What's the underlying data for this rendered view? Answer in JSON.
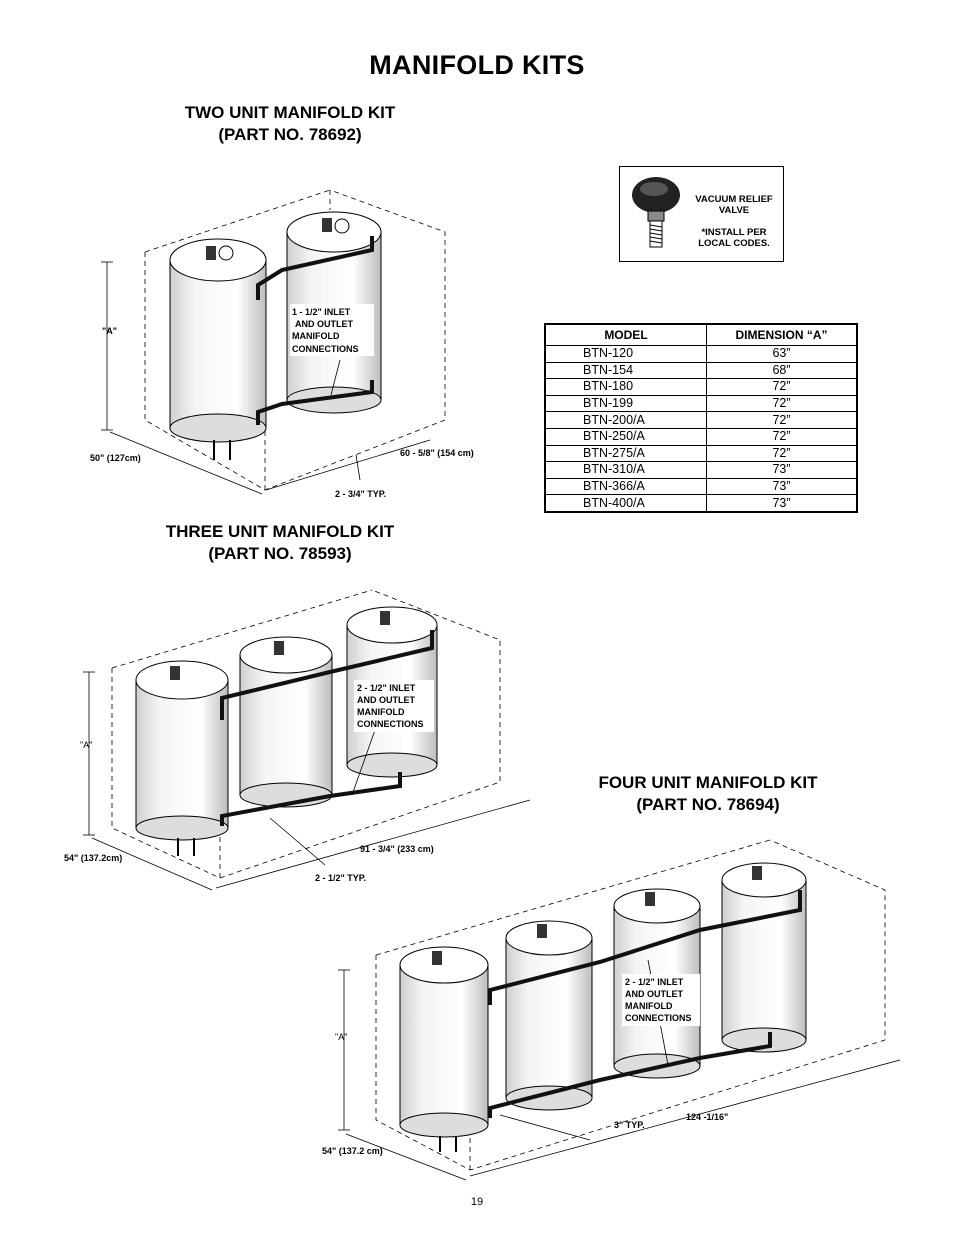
{
  "page": {
    "title": "MANIFOLD KITS",
    "page_number": "19"
  },
  "valve": {
    "line1": "VACUUM RELIEF",
    "line2": "VALVE",
    "line3": "*INSTALL PER",
    "line4": "LOCAL CODES."
  },
  "table": {
    "headers": [
      "MODEL",
      "DIMENSION “A”"
    ],
    "rows": [
      [
        "BTN-120",
        "63”"
      ],
      [
        "BTN-154",
        "68”"
      ],
      [
        "BTN-180",
        "72”"
      ],
      [
        "BTN-199",
        "72”"
      ],
      [
        "BTN-200/A",
        "72”"
      ],
      [
        "BTN-250/A",
        "72”"
      ],
      [
        "BTN-275/A",
        "72”"
      ],
      [
        "BTN-310/A",
        "73”"
      ],
      [
        "BTN-366/A",
        "73”"
      ],
      [
        "BTN-400/A",
        "73”"
      ]
    ]
  },
  "kit2": {
    "title": "TWO UNIT MANIFOLD KIT",
    "part": "(PART NO. 78692)",
    "conn": [
      "1 - 1/2\" INLET",
      "AND OUTLET",
      "MANIFOLD",
      "CONNECTIONS"
    ],
    "dim_a": "\"A\"",
    "depth": "50\" (127cm)",
    "length": "60 - 5/8\" (154 cm)",
    "spacing": "2 - 3/4\" TYP."
  },
  "kit3": {
    "title": "THREE UNIT MANIFOLD KIT",
    "part": "(PART NO. 78593)",
    "conn": [
      "2 - 1/2\" INLET",
      "AND OUTLET",
      "MANIFOLD",
      "CONNECTIONS"
    ],
    "dim_a": "\"A\"",
    "depth": "54\" (137.2cm)",
    "length": "91 - 3/4\" (233 cm)",
    "spacing": "2 - 1/2\" TYP."
  },
  "kit4": {
    "title": "FOUR UNIT MANIFOLD KIT",
    "part": "(PART NO. 78694)",
    "conn": [
      "2 - 1/2\" INLET",
      "AND OUTLET",
      "MANIFOLD",
      "CONNECTIONS"
    ],
    "dim_a": "\"A\"",
    "depth": "54\" (137.2 cm)",
    "length": "124 -1/16\"",
    "spacing": "3\" TYP."
  }
}
